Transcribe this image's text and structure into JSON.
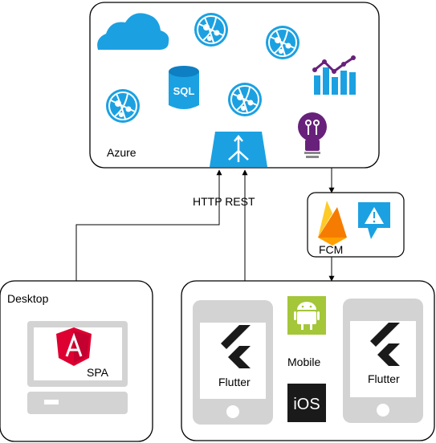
{
  "azure": {
    "label": "Azure",
    "icons": [
      "cloud-icon",
      "web-app-icon",
      "web-app-icon",
      "web-app-icon",
      "web-app-icon",
      "sql-database-icon",
      "analytics-chart-icon",
      "load-balancer-icon",
      "insights-lightbulb-icon"
    ],
    "sql_text": "SQL"
  },
  "connection": {
    "label": "HTTP REST"
  },
  "fcm": {
    "label": "FCM",
    "icons": [
      "firebase-icon",
      "notification-alert-icon"
    ]
  },
  "desktop": {
    "label": "Desktop",
    "spa_label": "SPA",
    "icons": [
      "monitor-icon",
      "angular-icon"
    ]
  },
  "mobile": {
    "label": "Mobile",
    "left_phone_label": "Flutter",
    "right_phone_label": "Flutter",
    "ios_label": "iOS",
    "icons": [
      "phone-icon",
      "flutter-icon",
      "android-icon",
      "ios-icon"
    ]
  },
  "colors": {
    "azure_blue": "#1ba1e2",
    "azure_dark": "#0078d4",
    "firebase_orange": "#f57c00",
    "firebase_yellow": "#ffca28",
    "angular_red": "#dd0031",
    "android_green": "#a4c639",
    "flutter_dark": "#1a1a1a",
    "device_gray": "#cfcfcf",
    "insights_purple": "#68217a"
  }
}
